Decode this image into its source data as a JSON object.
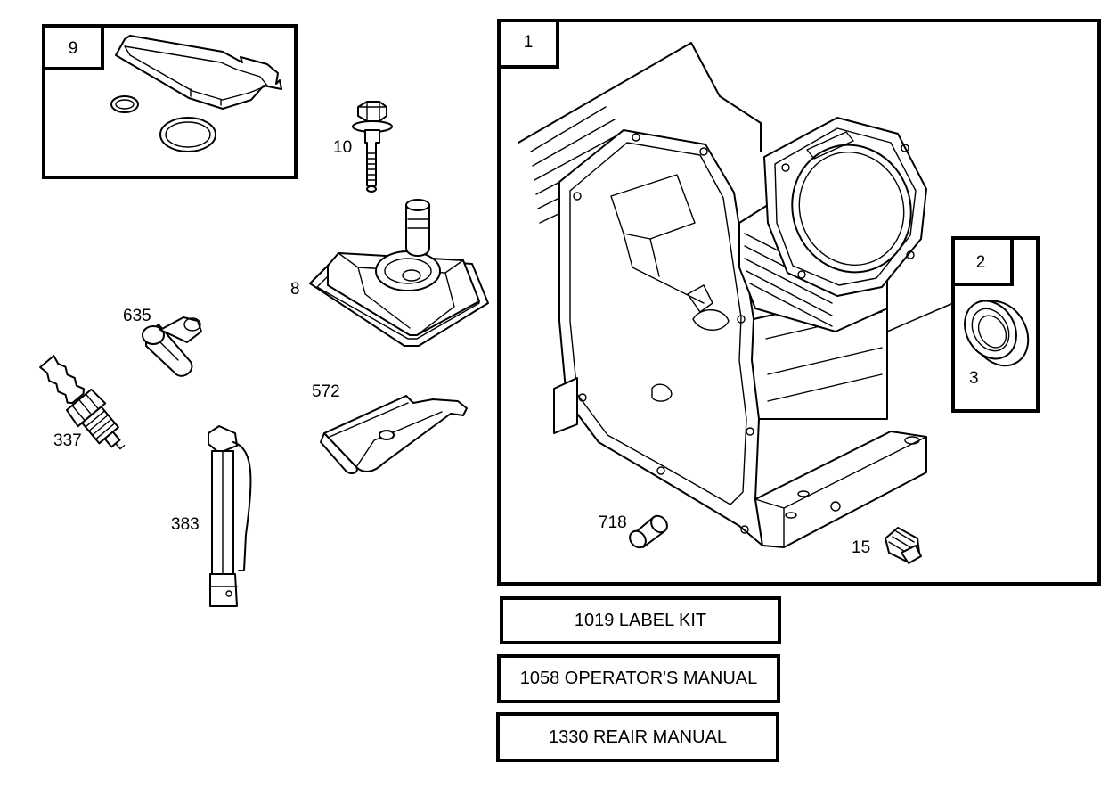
{
  "callouts": {
    "gasket_set": "9",
    "engine_block": "1",
    "seal_group": "2",
    "seal": "3",
    "screw": "10",
    "cover": "8",
    "boot": "635",
    "spark_plug": "337",
    "wrench": "383",
    "baffle": "572",
    "dowel": "718",
    "plug": "15"
  },
  "documents": {
    "label_kit": "1019 LABEL KIT",
    "operators_manual": "1058 OPERATOR'S MANUAL",
    "repair_manual": "1330 REAIR MANUAL"
  }
}
